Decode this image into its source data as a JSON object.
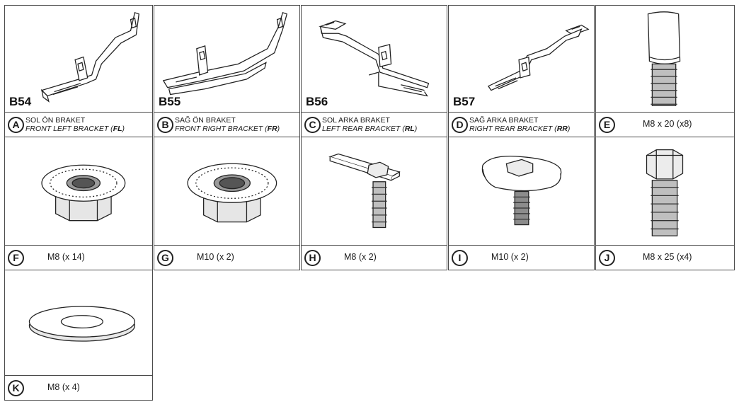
{
  "parts": [
    {
      "letter": "A",
      "code": "B54",
      "tr": "SOL ÖN BRAKET",
      "en": "FRONT LEFT  BRACKET (",
      "abbr": "FL",
      "close": ")"
    },
    {
      "letter": "B",
      "code": "B55",
      "tr": "SAĞ ÖN BRAKET",
      "en": "FRONT RIGHT BRACKET (",
      "abbr": "FR",
      "close": ")"
    },
    {
      "letter": "C",
      "code": "B56",
      "tr": "SOL ARKA BRAKET",
      "en": "LEFT REAR BRACKET (",
      "abbr": "RL",
      "close": ")"
    },
    {
      "letter": "D",
      "code": "B57",
      "tr": "SAĞ ARKA BRAKET",
      "en": "RIGHT REAR BRACKET (",
      "abbr": "RR",
      "close": ")"
    },
    {
      "letter": "E",
      "text": "M8 x 20 (x8)"
    },
    {
      "letter": "F",
      "text": "M8 (x 14)"
    },
    {
      "letter": "G",
      "text": "M10 (x 2)"
    },
    {
      "letter": "H",
      "text": "M8 (x 2)"
    },
    {
      "letter": "I",
      "text": "M10 (x 2)"
    },
    {
      "letter": "J",
      "text": "M8 x 25 (x4)"
    },
    {
      "letter": "K",
      "text": "M8 (x 4)"
    }
  ]
}
